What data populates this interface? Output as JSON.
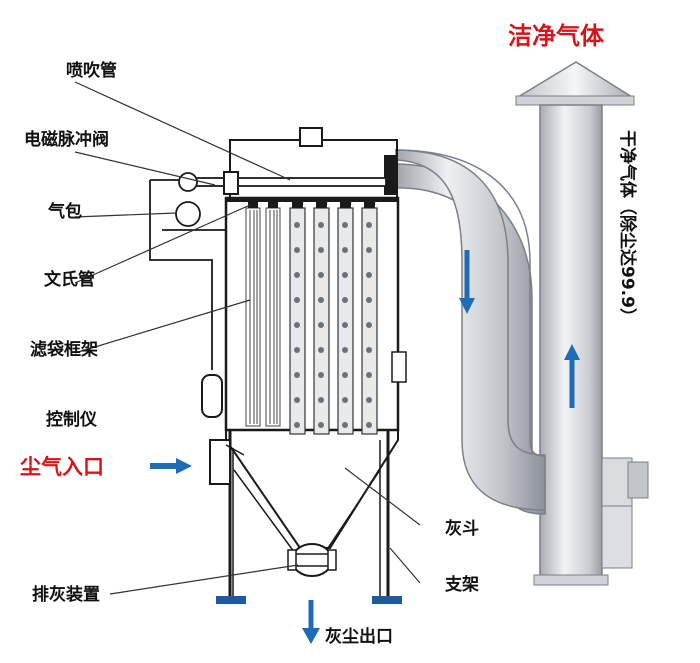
{
  "labels": {
    "spray_pipe": "喷吹管",
    "solenoid_pulse_valve": "电磁脉冲阀",
    "air_bag": "气包",
    "venturi_tube": "文氏管",
    "filter_bag_frame": "滤袋框架",
    "controller": "控制仪",
    "dust_gas_inlet": "尘气入口",
    "ash_hopper": "灰斗",
    "support": "支架",
    "ash_discharge_device": "排灰装置",
    "dust_outlet": "灰尘出口",
    "clean_gas": "洁净气体",
    "clean_gas_vertical": "干净气体（除尘达99.9）"
  },
  "colors": {
    "accent_red": "#d6141b",
    "arrow_blue": "#1e6bb8",
    "metal": "#c9cbd0",
    "frame": "#1a1a1a",
    "bag": "#8a8f98"
  }
}
